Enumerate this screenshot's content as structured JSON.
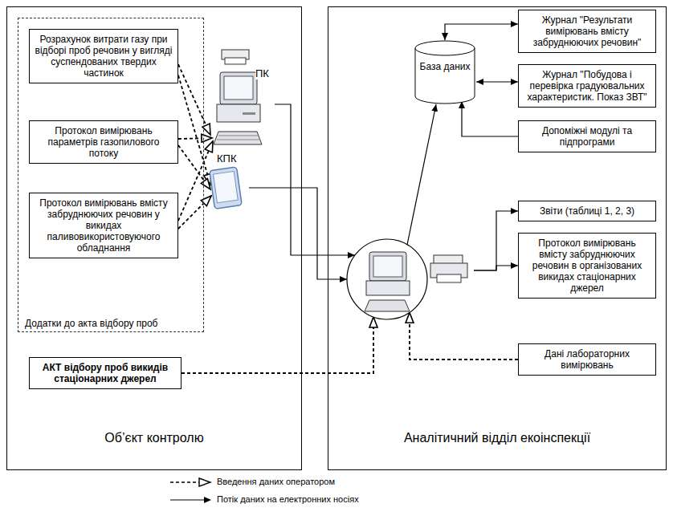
{
  "diagram": {
    "nodes": [
      {
        "text": [
          "Об’єкт контролю"
        ]
      },
      {
        "text": [
          "Додатки до акта відбору проб"
        ],
        "in": 0
      },
      {
        "text": [
          "Розрахунок витрати газу при відборі проб речовин у вигляді суспендованих твердих частинок"
        ],
        "in": 1
      },
      {
        "text": [
          "Протокол вимірювань параметрів газопилового потоку"
        ],
        "in": 1
      },
      {
        "text": [
          "Протокол вимірювань вмісту забруднюючих речовин у викидах паливовикористовуючого обладнання"
        ],
        "in": 1
      },
      {
        "text": [
          "АКТ відбору проб викидів стаціонарних джерел"
        ],
        "in": 0
      },
      {
        "text": [
          "ПК"
        ],
        "in": 0
      },
      {
        "text": [
          "КПК"
        ],
        "in": 0
      },
      {
        "text": [
          "Аналітичний відділ екоінспекції"
        ]
      },
      {
        "text": [
          "База даних"
        ],
        "in": 8
      },
      {
        "text": [
          "Журнал \"Результати вимірювань вмісту забруднюючих речовин\""
        ],
        "in": 8
      },
      {
        "text": [
          "Журнал \"Побудова і перевірка градуювальних характеристик. Показ ЗВТ\""
        ],
        "in": 8
      },
      {
        "text": [
          "Допоміжні модулі та підпрограми"
        ],
        "in": 8
      },
      {
        "text": [],
        "in": 8
      },
      {
        "text": [
          "Звіти (таблиці 1, 2, 3)"
        ],
        "in": 8
      },
      {
        "text": [
          "Протокол вимірювань вмісту забруднюючих речовин в організованих викидах стаціонарних джерел"
        ],
        "in": 8
      },
      {
        "text": [
          "Дані лабораторних вимірювань"
        ],
        "in": 8
      }
    ],
    "edges": [
      {
        "from": 2,
        "to": 6,
        "arrow": "to"
      },
      {
        "from": 2,
        "to": 7,
        "arrow": "to"
      },
      {
        "from": 3,
        "to": 6,
        "arrow": "to"
      },
      {
        "from": 3,
        "to": 7,
        "arrow": "to"
      },
      {
        "from": 4,
        "to": 6,
        "arrow": "to"
      },
      {
        "from": 4,
        "to": 7,
        "arrow": "to"
      },
      {
        "from": 6,
        "to": 13,
        "arrow": "to"
      },
      {
        "from": 7,
        "to": 13,
        "arrow": "to"
      },
      {
        "from": 5,
        "to": 13,
        "arrow": "to"
      },
      {
        "from": 13,
        "to": 9,
        "arrow": "to"
      },
      {
        "from": 9,
        "to": 10,
        "arrow": "both"
      },
      {
        "from": 9,
        "to": 11,
        "arrow": "both"
      },
      {
        "from": 12,
        "to": 9,
        "arrow": "to"
      },
      {
        "from": 13,
        "to": 14,
        "arrow": "to"
      },
      {
        "from": 13,
        "to": 15,
        "arrow": "to"
      },
      {
        "from": 16,
        "to": 13,
        "arrow": "to"
      }
    ],
    "legend": [
      {
        "text": "Введення даних оператором"
      },
      {
        "text": "Потік даних на електронних носіях"
      }
    ]
  }
}
